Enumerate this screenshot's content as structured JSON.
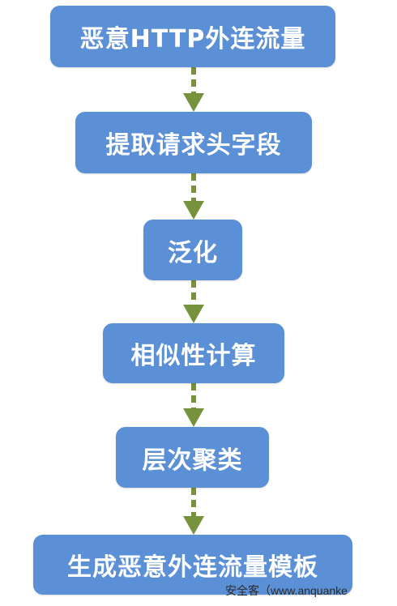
{
  "flow": {
    "steps": [
      "恶意HTTP外连流量",
      "提取请求头字段",
      "泛化",
      "相似性计算",
      "层次聚类",
      "生成恶意外连流量模板"
    ]
  },
  "watermark": "安全客（www.anquanke",
  "colors": {
    "box_fill": "#5b8fd6",
    "box_text": "#ffffff",
    "arrow": "#76923c"
  }
}
